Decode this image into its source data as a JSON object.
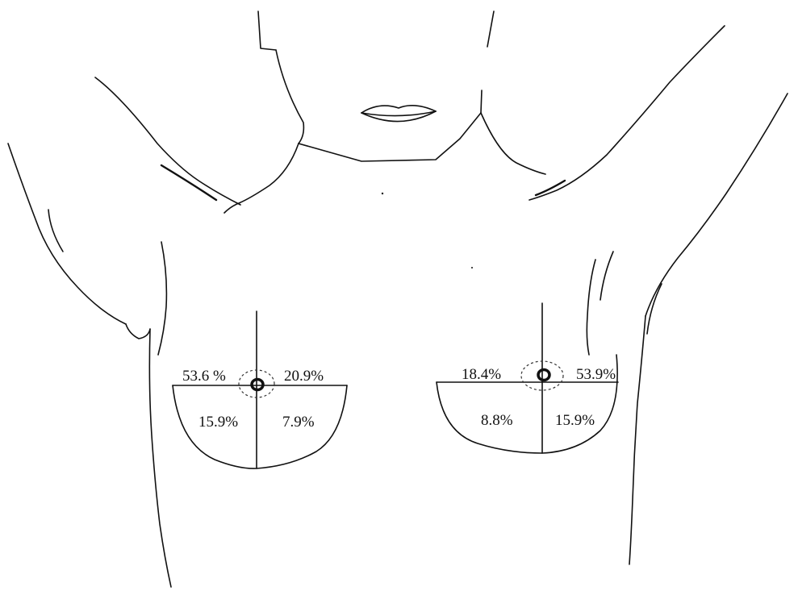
{
  "figure": {
    "right_breast": {
      "upper_outer": "53.6 %",
      "upper_inner": "20.9%",
      "lower_outer": "15.9%",
      "lower_inner": "7.9%"
    },
    "left_breast": {
      "upper_inner": "18.4%",
      "upper_outer": "53.9%",
      "lower_inner": "8.8%",
      "lower_outer": "15.9%"
    }
  }
}
